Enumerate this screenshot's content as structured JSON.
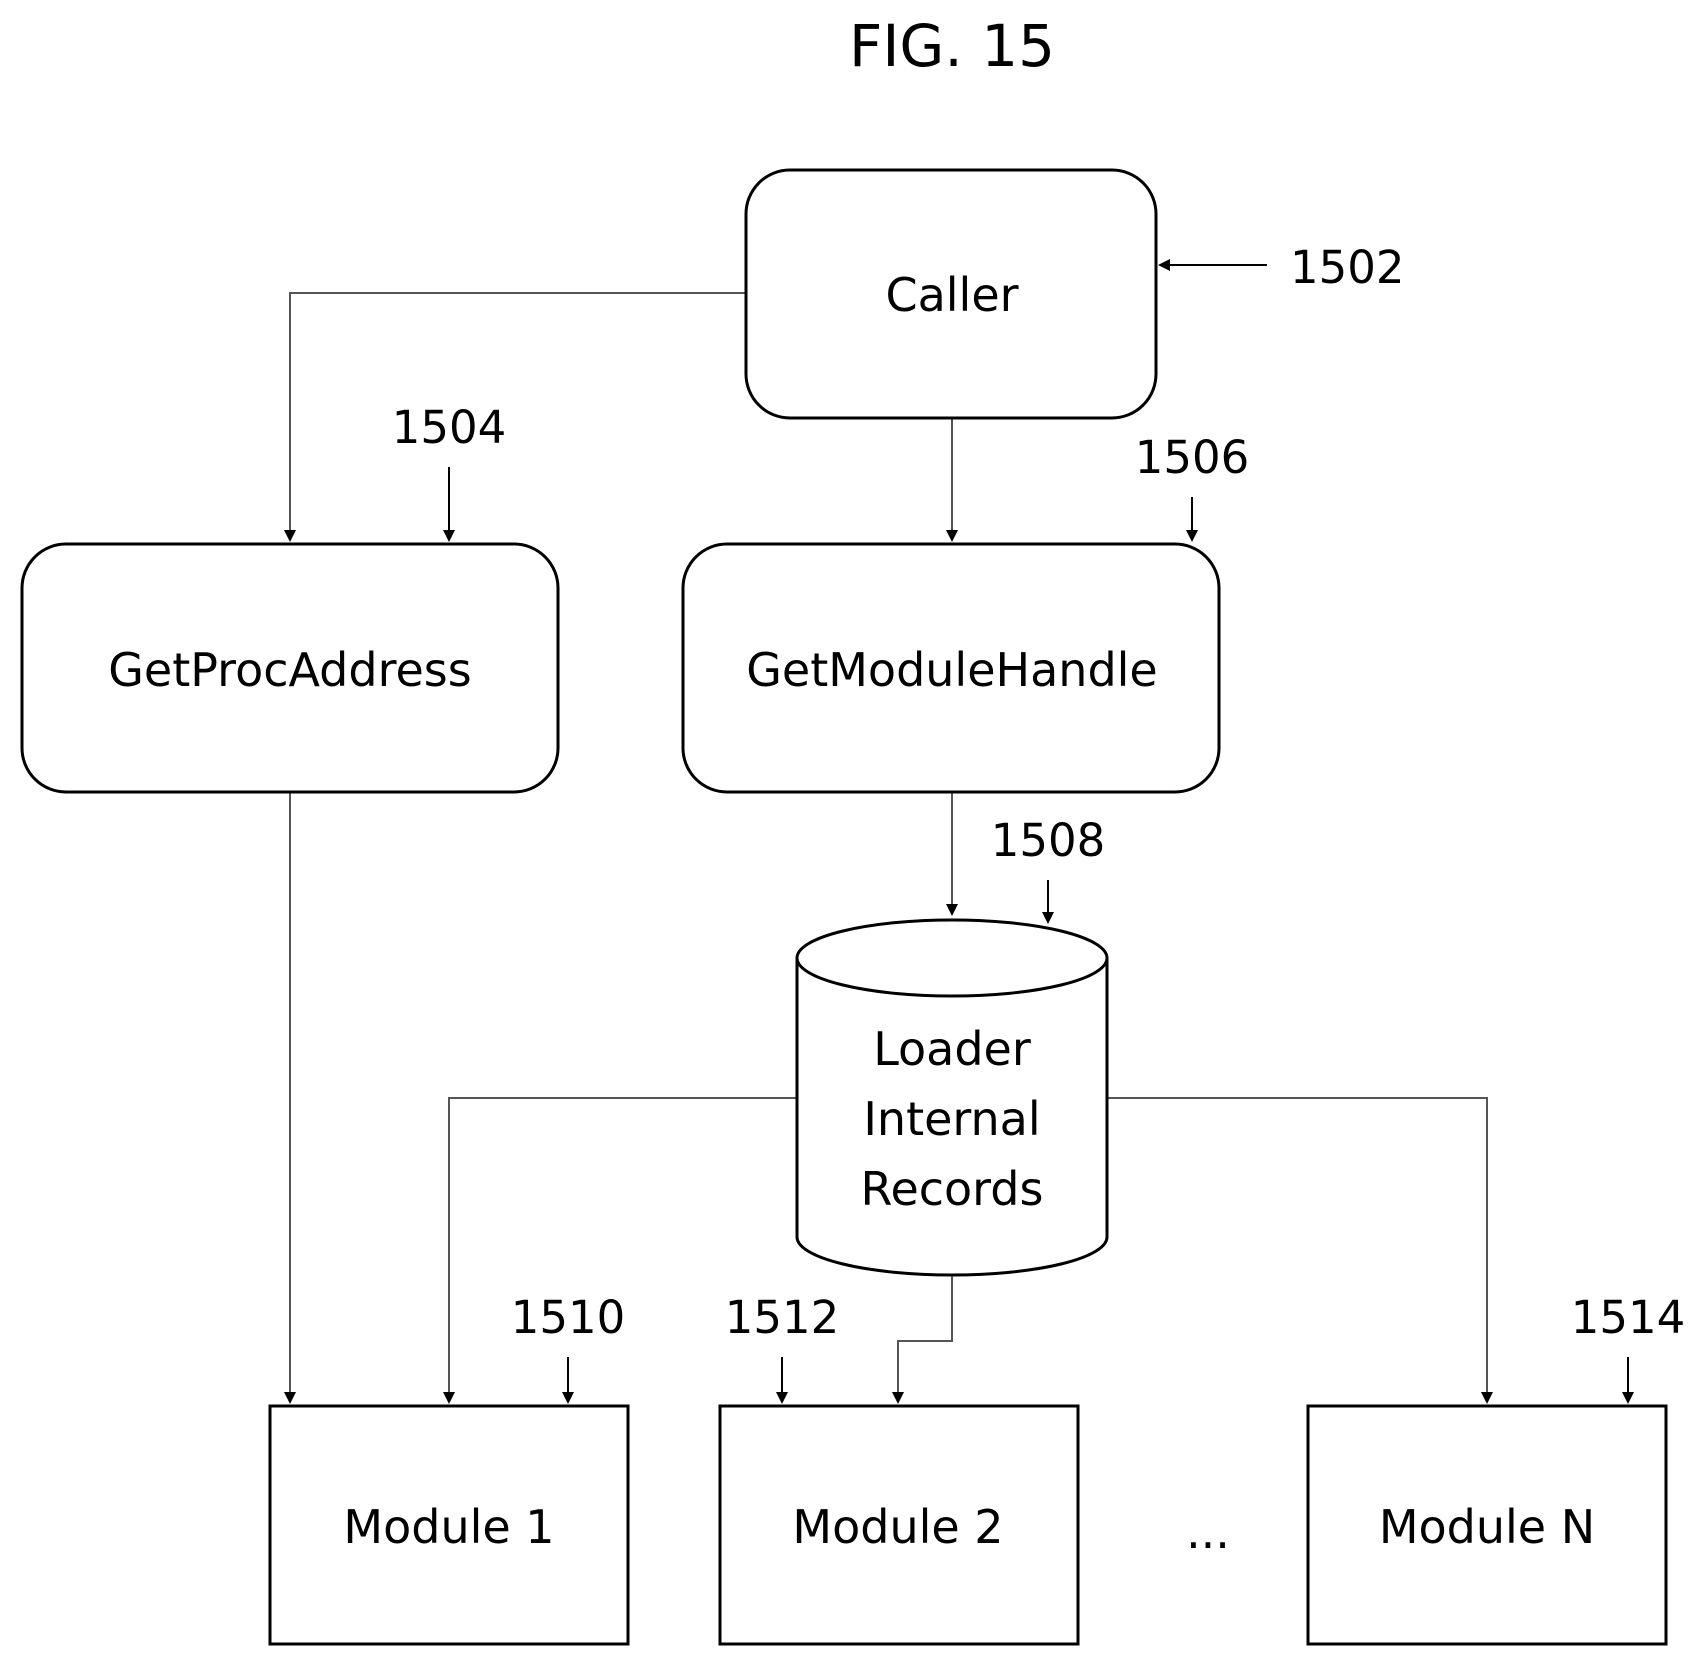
{
  "figure": {
    "title": "FIG. 15"
  },
  "nodes": {
    "caller": {
      "label": "Caller",
      "ref": "1502"
    },
    "get_proc_address": {
      "label": "GetProcAddress",
      "ref": "1504"
    },
    "get_module_handle": {
      "label": "GetModuleHandle",
      "ref": "1506"
    },
    "loader_records": {
      "lines": [
        "Loader",
        "Internal",
        "Records"
      ],
      "ref": "1508"
    },
    "module_1": {
      "label": "Module 1",
      "ref": "1510"
    },
    "module_2": {
      "label": "Module 2",
      "ref": "1512"
    },
    "module_n": {
      "label": "Module N",
      "ref": "1514"
    }
  },
  "ellipsis": "...",
  "edges": [
    {
      "from": "caller",
      "to": "get_proc_address"
    },
    {
      "from": "caller",
      "to": "get_module_handle"
    },
    {
      "from": "get_module_handle",
      "to": "loader_records"
    },
    {
      "from": "get_proc_address",
      "to": "module_1"
    },
    {
      "from": "loader_records",
      "to": "module_1"
    },
    {
      "from": "loader_records",
      "to": "module_2"
    },
    {
      "from": "loader_records",
      "to": "module_n"
    }
  ]
}
